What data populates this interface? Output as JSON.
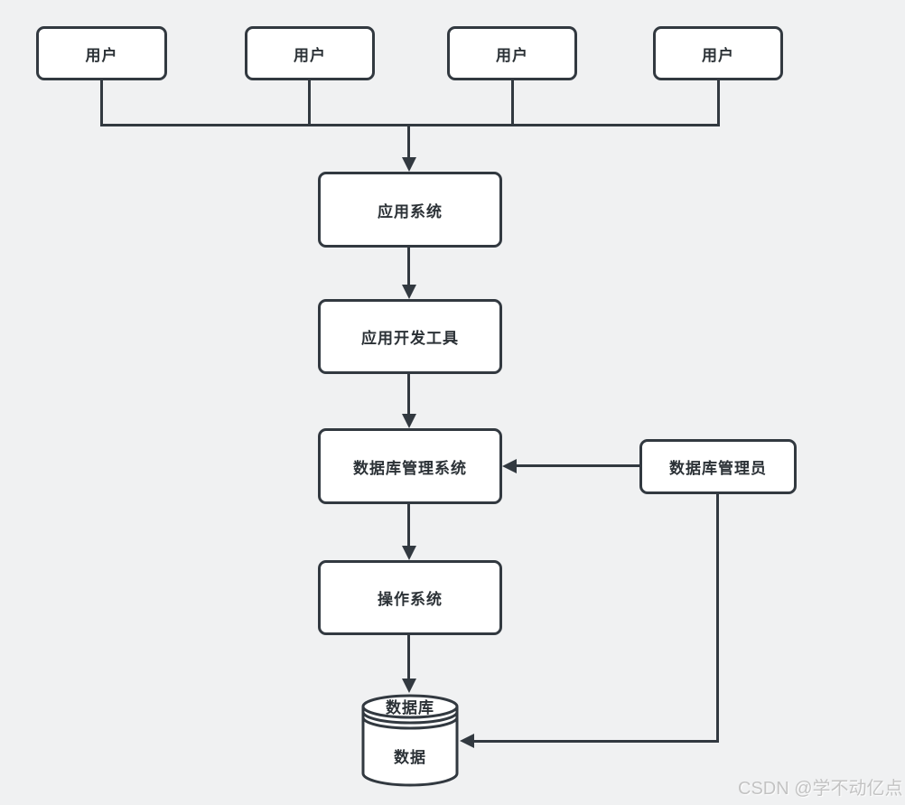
{
  "diagram": {
    "background_color": "#f0f1f2",
    "stroke_color": "#323940",
    "node_fill": "#ffffff",
    "text_color": "#2b3136",
    "watermark_color": "#c3c3c3",
    "users": [
      {
        "label": "用户"
      },
      {
        "label": "用户"
      },
      {
        "label": "用户"
      },
      {
        "label": "用户"
      }
    ],
    "nodes": {
      "app_system": {
        "label": "应用系统"
      },
      "dev_tools": {
        "label": "应用开发工具"
      },
      "dbms": {
        "label": "数据库管理系统"
      },
      "dba": {
        "label": "数据库管理员"
      },
      "os": {
        "label": "操作系统"
      },
      "database": {
        "label": "数据库",
        "content_label": "数据"
      }
    },
    "watermark": "CSDN @学不动亿点"
  }
}
